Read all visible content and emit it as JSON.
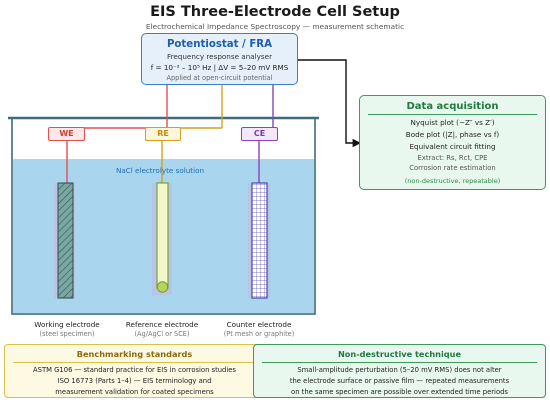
{
  "title": "EIS Three-Electrode Cell Setup",
  "subtitle": "Electrochemical Impedance Spectroscopy — measurement schematic",
  "potentiostat": {
    "heading": "Potentiostat / FRA",
    "line1": "Frequency response analyser",
    "line2": "f = 10⁻² – 10⁵ Hz  |  ΔV = 5–20 mV RMS",
    "line3": "Applied at open-circuit potential"
  },
  "data_acquisition": {
    "heading": "Data acquisition",
    "items": [
      "Nyquist plot (−Z″ vs Z′)",
      "Bode plot (|Z|, phase vs f)",
      "Equivalent circuit fitting"
    ],
    "extract": "Extract: Rs, Rct, CPE",
    "estimation": "Corrosion rate estimation",
    "note": "(non-destructive, repeatable)"
  },
  "cell": {
    "electrolyte": "NaCl electrolyte solution",
    "electrodes": [
      {
        "tag": "WE",
        "name": "Working electrode",
        "sub": "(steel specimen)",
        "color": "#e05050"
      },
      {
        "tag": "RE",
        "name": "Reference electrode",
        "sub": "(Ag/AgCl or SCE)",
        "color": "#d4a21a"
      },
      {
        "tag": "CE",
        "name": "Counter electrode",
        "sub": "(Pt mesh or graphite)",
        "color": "#8a44b5"
      }
    ]
  },
  "benchmarking": {
    "heading": "Benchmarking standards",
    "lines": [
      "ASTM G106 — standard practice for EIS in corrosion studies",
      "ISO 16773 (Parts 1–4) — EIS terminology and",
      "measurement validation for coated specimens"
    ]
  },
  "non_destructive": {
    "heading": "Non-destructive technique",
    "lines": [
      "Small-amplitude perturbation (5–20 mV RMS) does not alter",
      "the electrode surface or passive film — repeated measurements",
      "on the same specimen are possible over extended time periods"
    ]
  },
  "colors": {
    "potentiostat_border": "#3a7fc2",
    "acquisition_border": "#3c9a5d",
    "electrolyte": "#a9d6ee",
    "benchmark_border": "#d9c24a"
  }
}
